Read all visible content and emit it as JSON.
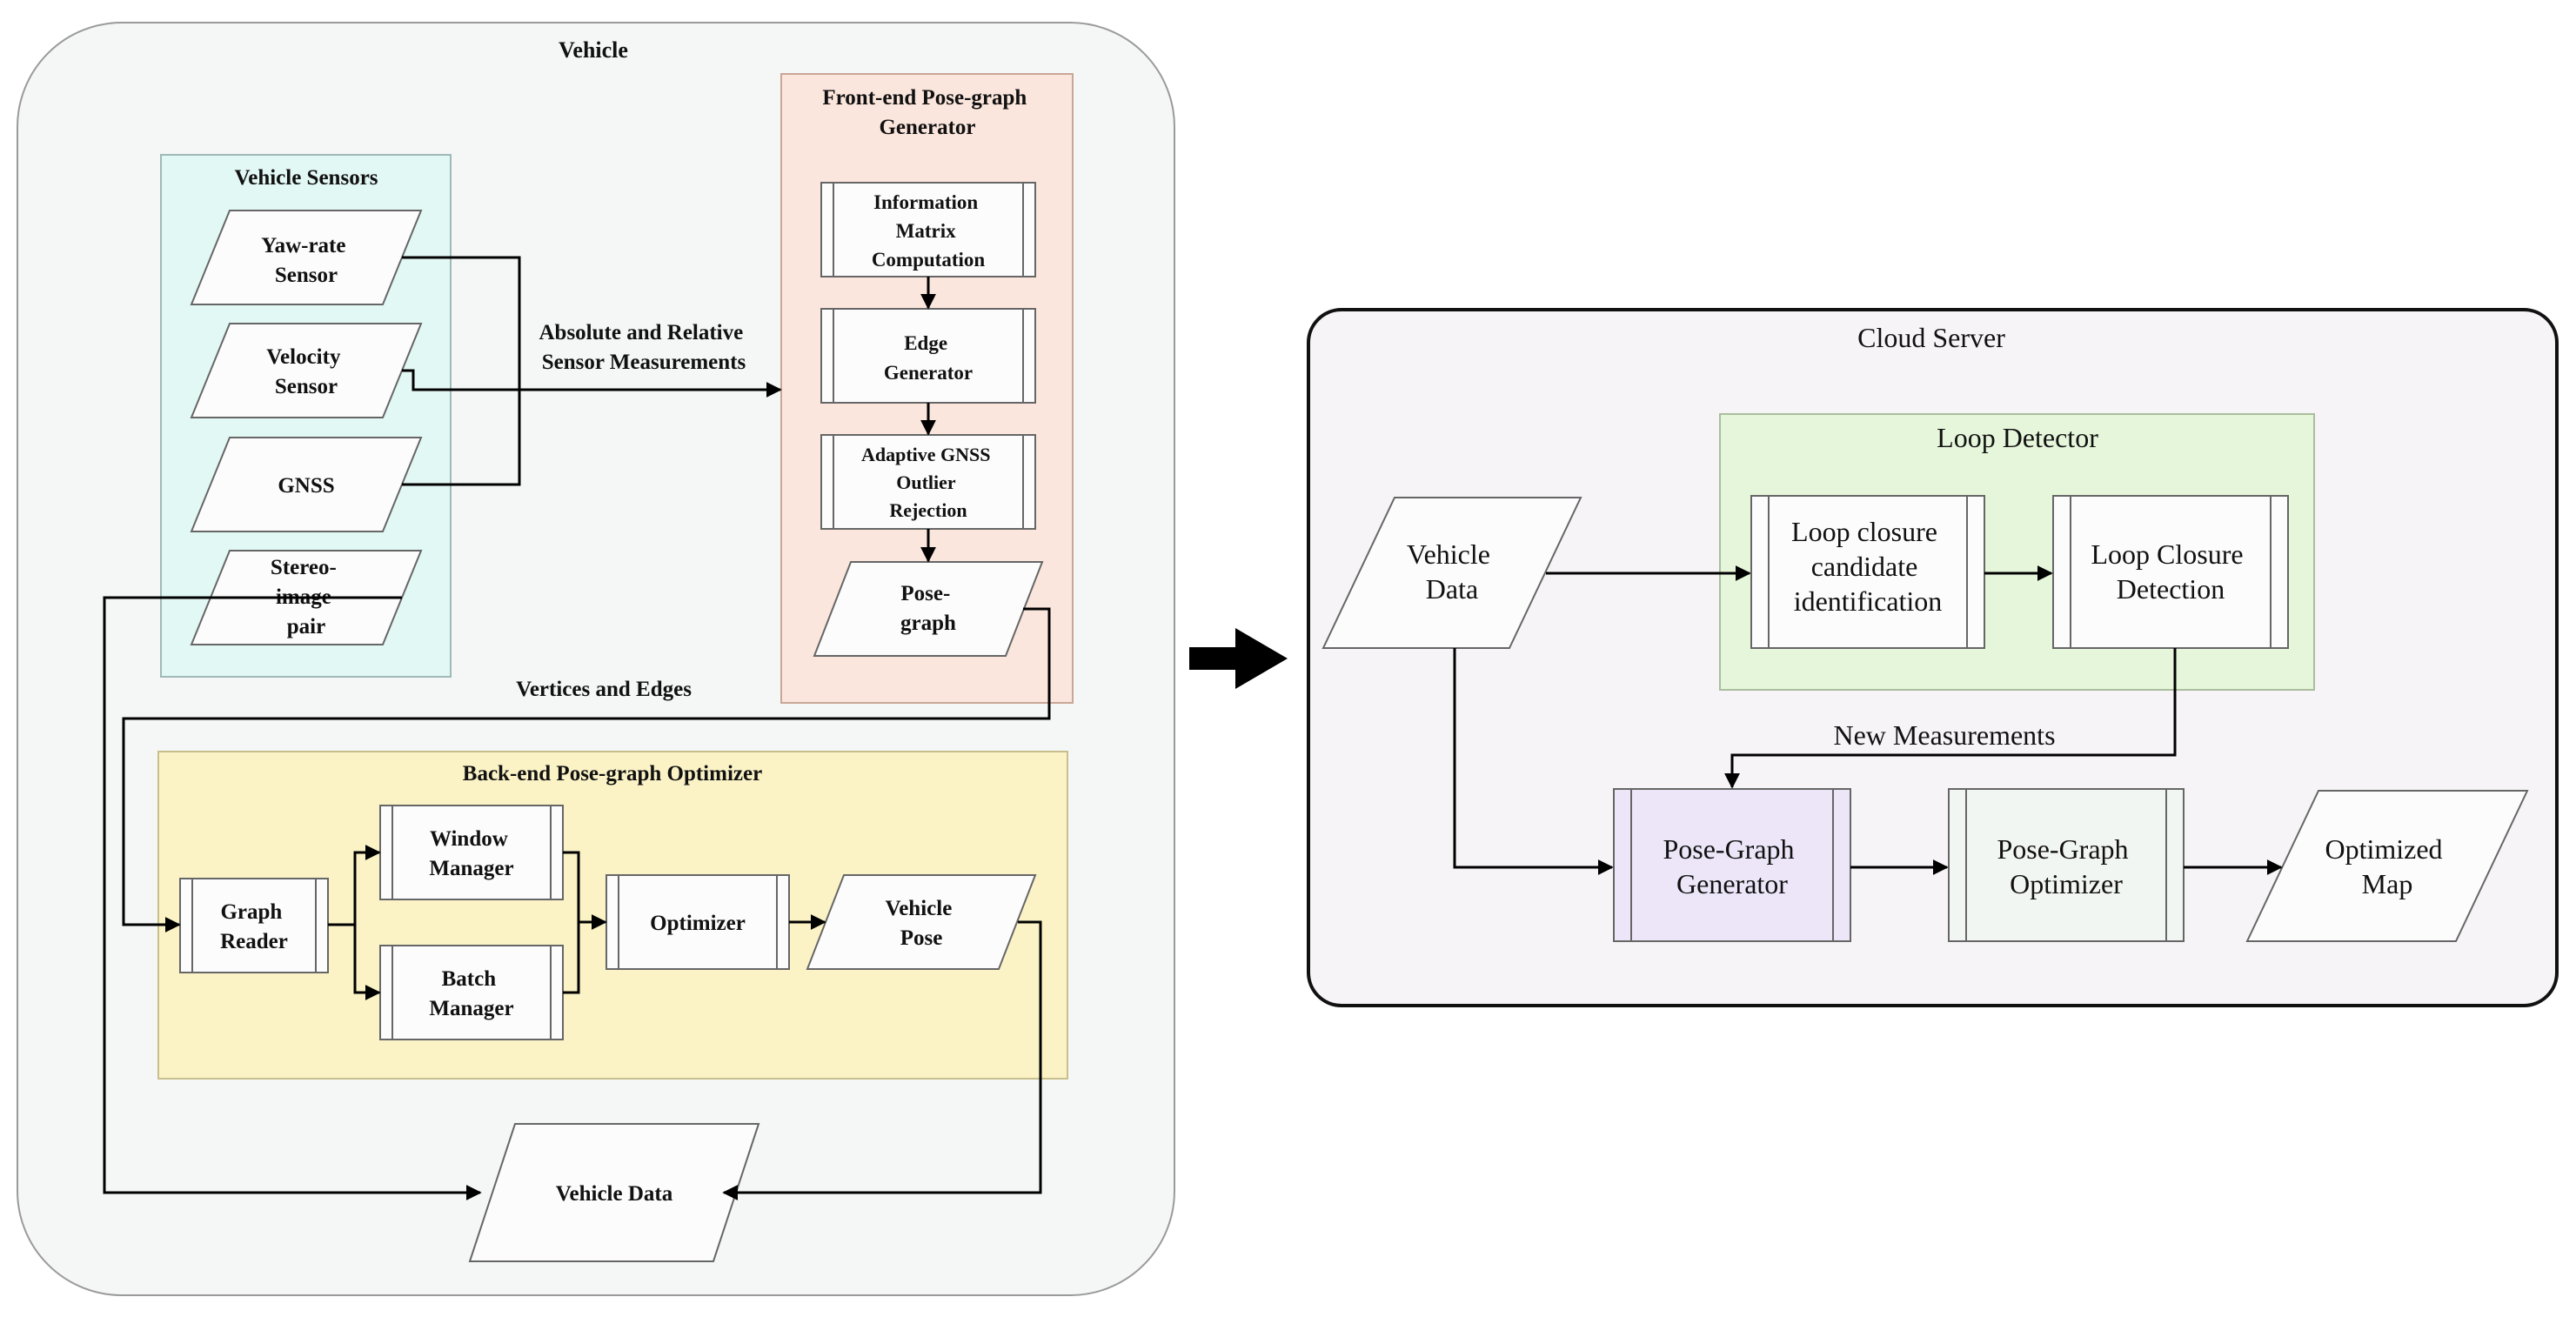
{
  "vehicle": {
    "title": "Vehicle",
    "sensors": {
      "title": "Vehicle Sensors",
      "yaw_rate": [
        "Yaw-rate",
        "Sensor"
      ],
      "velocity": [
        "Velocity",
        "Sensor"
      ],
      "gnss": [
        "GNSS"
      ],
      "stereo": [
        "Stereo-",
        "image",
        "pair"
      ]
    },
    "measurements_label": [
      "Absolute and Relative",
      "Sensor Measurements"
    ],
    "frontend": {
      "title": [
        "Front-end Pose-graph",
        "Generator"
      ],
      "info_matrix": [
        "Information",
        "Matrix",
        "Computation"
      ],
      "edge_gen": [
        "Edge",
        "Generator"
      ],
      "gnss_reject": [
        "Adaptive GNSS",
        "Outlier",
        "Rejection"
      ],
      "pose_graph": [
        "Pose-",
        "graph"
      ]
    },
    "vertices_label": "Vertices and Edges",
    "backend": {
      "title": "Back-end Pose-graph Optimizer",
      "graph_reader": [
        "Graph",
        "Reader"
      ],
      "window_manager": [
        "Window",
        "Manager"
      ],
      "batch_manager": [
        "Batch",
        "Manager"
      ],
      "optimizer": [
        "Optimizer"
      ],
      "vehicle_pose": [
        "Vehicle",
        "Pose"
      ]
    },
    "vehicle_data": "Vehicle Data"
  },
  "cloud": {
    "title": "Cloud Server",
    "loop_detector": {
      "title": "Loop Detector",
      "candidate": [
        "Loop closure",
        "candidate",
        "identification"
      ],
      "detection": [
        "Loop Closure",
        "Detection"
      ]
    },
    "vehicle_data": [
      "Vehicle",
      "Data"
    ],
    "new_measurements": "New Measurements",
    "pg_generator": [
      "Pose-Graph",
      "Generator"
    ],
    "pg_optimizer": [
      "Pose-Graph",
      "Optimizer"
    ],
    "optimized_map": [
      "Optimized",
      "Map"
    ]
  },
  "colors": {
    "vehicle_bg": "#f4f7f6",
    "sensors_bg": "#e2f8f5",
    "frontend_bg": "#fbe6dd",
    "backend_bg": "#fbf3c6",
    "cloud_bg": "#f7f4f7",
    "loop_bg": "#e6f6db",
    "generator_fill": "#ece6f8",
    "optimizer_fill": "#f2f6f2"
  }
}
